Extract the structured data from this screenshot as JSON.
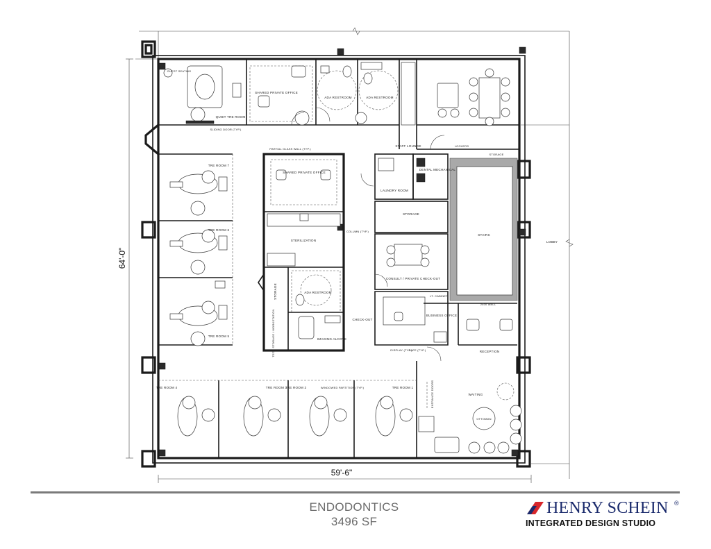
{
  "plan": {
    "dimensions": {
      "height": "64'-0\"",
      "width": "59'-6\""
    },
    "rooms": {
      "guest_seating": "GUEST SEATING",
      "quiet_tre_room": "QUIET TRE ROOM",
      "sliding_door": "SLIDING DOOR (TYP.)",
      "shared_private_office_top": "SHARED PRIVATE OFFICE",
      "ada_restroom_1": "ADA RESTROOM",
      "ada_restroom_2": "ADA RESTROOM",
      "staff_lounge": "STAFF LOUNGE",
      "lockers": "LOCKERS",
      "storage_top": "STORAGE",
      "partial_glass_wall": "PARTIAL GLASS WALL (TYP.)",
      "shared_private_office_center": "SHARED PRIVATE OFFICE",
      "laundry_room": "LAUNDRY ROOM",
      "dental_mechanical": "DENTAL MECHANICAL",
      "storage_mid": "STORAGE",
      "column": "COLUMN (TYP.)",
      "sterilization": "STERILIZATION",
      "stairs": "STAIRS",
      "lobby": "LOBBY",
      "consult_checkout": "CONSULT / PRIVATE CHECK-OUT",
      "tre_room_7": "TRE ROOM 7",
      "tre_room_6": "TRE ROOM 6",
      "tre_room_5": "TRE ROOM 5",
      "storage_left": "STORAGE",
      "ada_restroom_3": "ADA RESTROOM",
      "lt_cabinet": "LT. CABINET",
      "glass_wall": "2400 WALL",
      "check_out": "CHECK-OUT",
      "business_office": "BUSINESS OFFICE",
      "tech_storage": "TECH STORAGE / WORKSTATION",
      "imaging_alcove": "IMAGING ALCOVE",
      "display": "DISPLAY (TYP.)",
      "safe": "SAFE (TYP.)",
      "reception": "RECEPTION",
      "tre_room_4": "TRE ROOM 4",
      "tre_room_3": "TRE ROOM 3",
      "tre_room_2": "TRE ROOM 2",
      "tre_room_1": "TRE ROOM 1",
      "windowed_partition": "WINDOWED PARTITION (TYP.)",
      "entrance_doors": "ENTRANCE DOORS",
      "waiting": "WAITING",
      "ottoman": "OTTOMAN"
    }
  },
  "footer": {
    "title": "ENDODONTICS",
    "area": "3496 SF",
    "brand_name": "HENRY SCHEIN",
    "brand_mark": "®",
    "brand_sub": "INTEGRATED DESIGN STUDIO"
  },
  "colors": {
    "brand_red": "#d7262b",
    "brand_navy": "#1a2a6c",
    "wall": "#1b1b1b",
    "stair_gray": "#a9a9a9"
  }
}
